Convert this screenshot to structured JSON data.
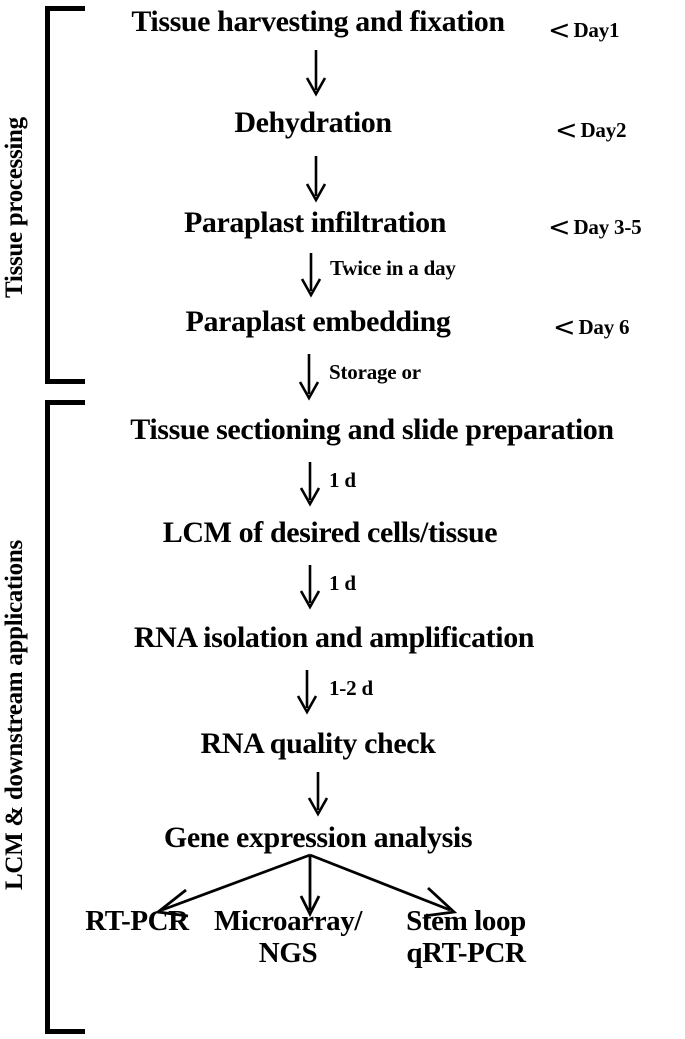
{
  "figure": {
    "type": "flowchart",
    "orientation": "vertical",
    "phases": [
      {
        "id": "tissue-processing",
        "label": "Tissue processing"
      },
      {
        "id": "lcm-downstream",
        "label": "LCM & downstream applications"
      }
    ]
  },
  "phase1": {
    "label": "Tissue processing",
    "steps": [
      {
        "label": "Tissue harvesting and fixation",
        "day": "Day1",
        "marker": "<"
      },
      {
        "label": "Dehydration",
        "day": "Day2",
        "marker": "<"
      },
      {
        "label": "Paraplast infiltration",
        "day": "Day 3-5",
        "marker": "<"
      },
      {
        "label": "Paraplast embedding",
        "day": "Day 6",
        "marker": "<"
      }
    ],
    "arrow_labels": [
      "",
      "",
      "Twice in a day",
      "Storage or"
    ]
  },
  "phase2": {
    "label": "LCM & downstream applications",
    "steps": [
      {
        "label": "Tissue sectioning and slide preparation"
      },
      {
        "label": "LCM of desired cells/tissue"
      },
      {
        "label": "RNA isolation and amplification"
      },
      {
        "label": "RNA quality check"
      },
      {
        "label": "Gene expression analysis"
      }
    ],
    "arrow_labels": [
      "1 d",
      "1 d",
      "1-2 d",
      ""
    ],
    "terminals": [
      {
        "label": "RT-PCR"
      },
      {
        "label": "Microarray/\nNGS"
      },
      {
        "label": "Stem loop\nqRT-PCR"
      }
    ]
  },
  "terminal_lines": {
    "t1_line1": "RT-PCR",
    "t1_line2": "",
    "t2_line1": "Microarray/",
    "t2_line2": "NGS",
    "t3_line1": "Stem loop",
    "t3_line2": "qRT-PCR"
  },
  "colors": {
    "ink": "#000000",
    "background": "#ffffff"
  }
}
